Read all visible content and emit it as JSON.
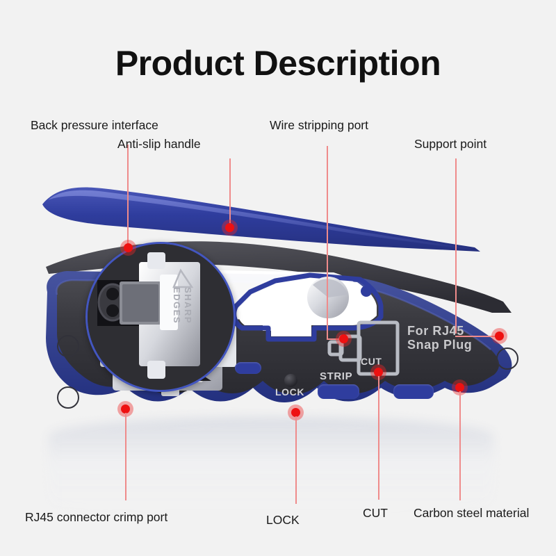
{
  "page": {
    "title": "Product Description",
    "background_color": "#f2f2f2",
    "accent_marker_color": "#ee1111",
    "leader_line_color": "#ef8b8b",
    "handle_blue": "#2f3d9e",
    "body_charcoal": "#3a3a3e"
  },
  "callouts": [
    {
      "id": "back-pressure-interface",
      "label": "Back pressure interface"
    },
    {
      "id": "anti-slip-handle",
      "label": "Anti-slip handle"
    },
    {
      "id": "wire-stripping-port",
      "label": "Wire stripping port"
    },
    {
      "id": "support-point",
      "label": "Support point"
    },
    {
      "id": "rj45-connector-crimp-port",
      "label": "RJ45 connector crimp port"
    },
    {
      "id": "lock",
      "label": "LOCK"
    },
    {
      "id": "cut",
      "label": "CUT"
    },
    {
      "id": "carbon-steel-material",
      "label": "Carbon steel material"
    }
  ],
  "product_markings": {
    "for_rj45_line1": "For RJ45",
    "for_rj45_line2": "Snap Plug",
    "strip": "STRIP",
    "cut": "CUT",
    "lock": "LOCK",
    "inset_warning": "SHARP EDGES"
  }
}
